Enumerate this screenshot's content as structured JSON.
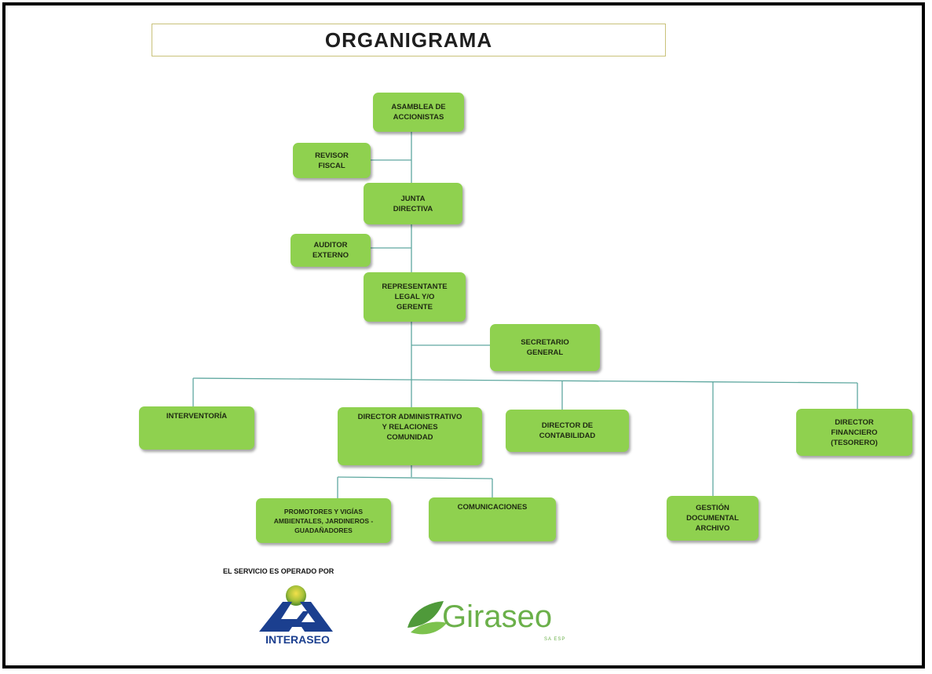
{
  "title": "ORGANIGRAMA",
  "nodes": {
    "asamblea": "ASAMBLEA DE\nACCIONISTAS",
    "revisor": "REVISOR\nFISCAL",
    "junta": "JUNTA\nDIRECTIVA",
    "auditor": "AUDITOR\nEXTERNO",
    "representante": "REPRESENTANTE\nLEGAL Y/O\nGERENTE",
    "secretario": "SECRETARIO\nGENERAL",
    "interventoria": "INTERVENTORÍA",
    "director_admin": "DIRECTOR ADMINISTRATIVO\nY RELACIONES\nCOMUNIDAD",
    "director_contabilidad": "DIRECTOR DE\nCONTABILIDAD",
    "director_financiero": "DIRECTOR\nFINANCIERO\n(TESORERO)",
    "promotores": "PROMOTORES Y VIGÍAS\nAMBIENTALES, JARDINEROS -\nGUADAÑADORES",
    "comunicaciones": "COMUNICACIONES",
    "gestion": "GESTIÓN\nDOCUMENTAL\nARCHIVO"
  },
  "footer": {
    "operated_by": "EL SERVICIO ES OPERADO POR",
    "logo_interaseo": "INTERASEO",
    "logo_giraseo": "Giraseo",
    "logo_giraseo_sub": "SA ESP"
  },
  "colors": {
    "node_fill": "#8fd14f",
    "connector": "#5fa8a0",
    "title_border": "#c9c27a",
    "interaseo_blue": "#1b3f8f",
    "giraseo_green": "#6bb04a"
  },
  "icons": [
    "interaseo-logo-icon",
    "giraseo-leaf-icon"
  ]
}
